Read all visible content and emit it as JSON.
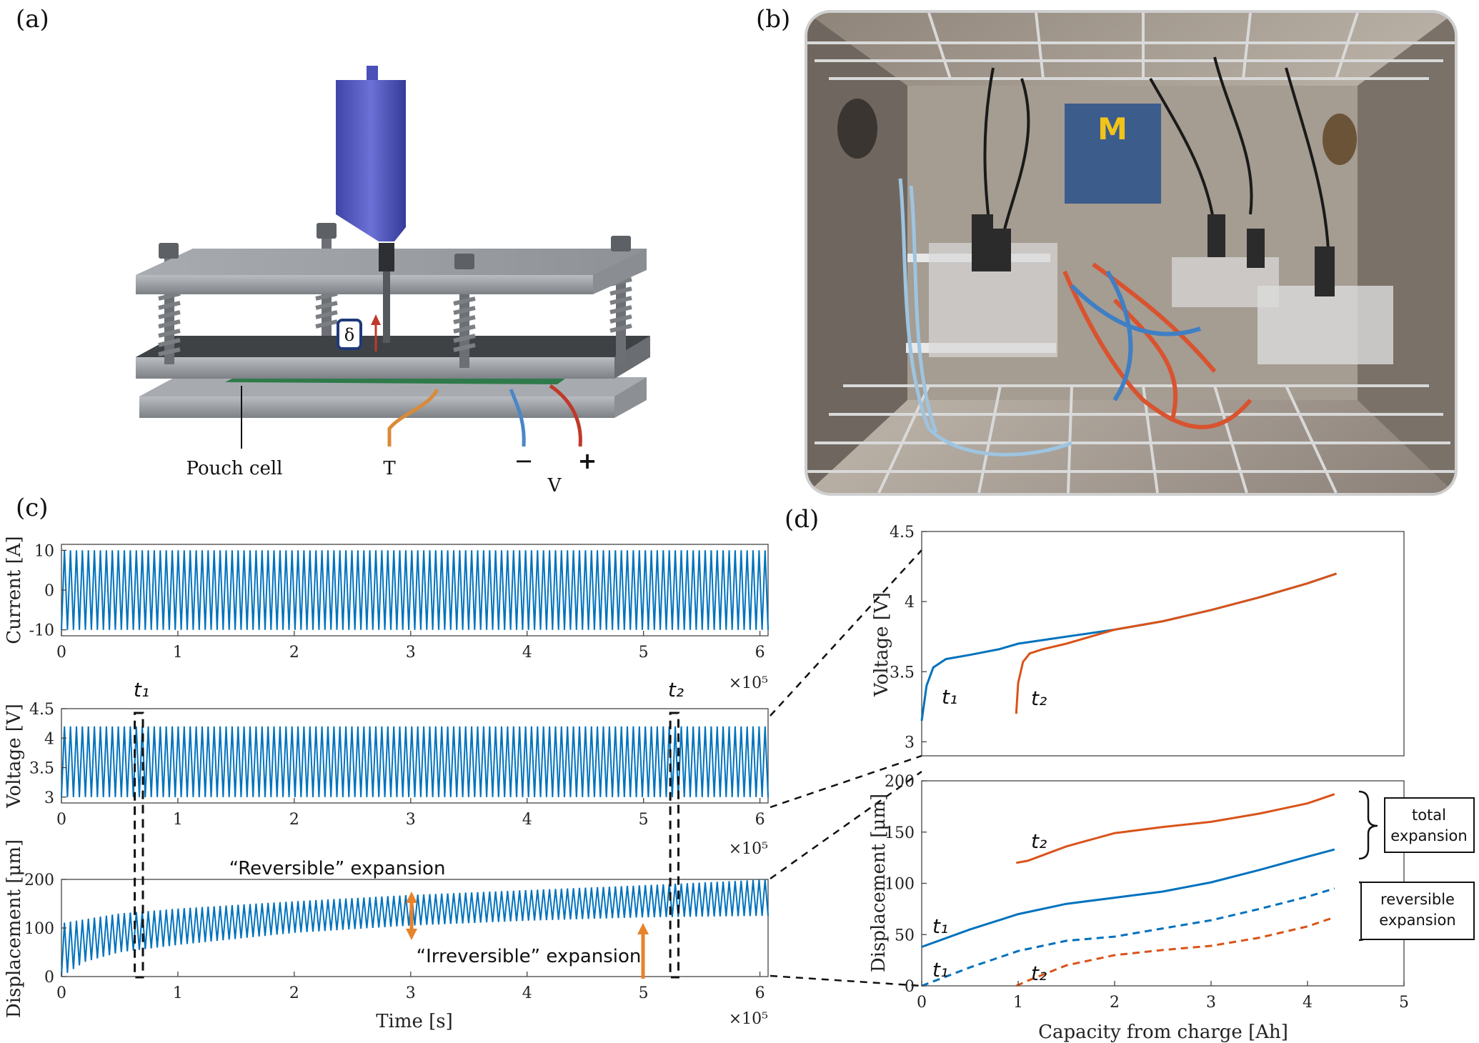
{
  "panels": {
    "a": {
      "label": "(a)",
      "labels": {
        "pouch_cell": "Pouch cell",
        "temperature": "T",
        "minus": "−",
        "plus": "+",
        "voltage": "V",
        "delta": "δ"
      }
    },
    "b": {
      "label": "(b)"
    },
    "c": {
      "label": "(c)"
    },
    "d": {
      "label": "(d)"
    }
  },
  "annotations": {
    "reversible": "“Reversible” expansion",
    "irreversible": "“Irreversible” expansion",
    "t1": "t₁",
    "t2": "t₂",
    "total_box": [
      "total",
      "expansion"
    ],
    "reversible_box": [
      "reversible",
      "expansion"
    ]
  },
  "colors": {
    "blue": "#0072bd",
    "orange": "#d95319",
    "arrow": "#e8822b"
  },
  "chart_data": [
    {
      "id": "c-current",
      "type": "line",
      "ylabel": "Current [A]",
      "xlabel": "",
      "xlim": [
        0,
        6.07
      ],
      "ylim": [
        -11.5,
        11.5
      ],
      "xticks": [
        0,
        1,
        2,
        3,
        4,
        5,
        6
      ],
      "yticks": [
        -10,
        0,
        10
      ],
      "x_exponent": "×10⁵",
      "series": [
        {
          "color": "#0072bd",
          "min": -10,
          "max": 10,
          "cycles": 118
        }
      ]
    },
    {
      "id": "c-voltage",
      "type": "line",
      "ylabel": "Voltage [V]",
      "xlabel": "",
      "xlim": [
        0,
        6.07
      ],
      "ylim": [
        2.9,
        4.5
      ],
      "xticks": [
        0,
        1,
        2,
        3,
        4,
        5,
        6
      ],
      "yticks": [
        3,
        3.5,
        4,
        4.5
      ],
      "x_exponent": "×10⁵",
      "series": [
        {
          "color": "#0072bd",
          "min": 3.0,
          "max": 4.2,
          "cycles": 118
        }
      ],
      "markers": [
        {
          "label": "t₁",
          "x_start": 0.63,
          "x_end": 0.7
        },
        {
          "label": "t₂",
          "x_start": 5.23,
          "x_end": 5.3
        }
      ]
    },
    {
      "id": "c-displacement",
      "type": "line",
      "ylabel": "Displacement [μm]",
      "xlabel": "Time [s]",
      "xlim": [
        0,
        6.07
      ],
      "ylim": [
        0,
        200
      ],
      "xticks": [
        0,
        1,
        2,
        3,
        4,
        5,
        6
      ],
      "yticks": [
        0,
        100,
        200
      ],
      "x_exponent": "×10⁵",
      "series": [
        {
          "color": "#0072bd",
          "cycles": 118,
          "upper_envelope": [
            [
              0,
              110
            ],
            [
              0.5,
              130
            ],
            [
              1,
              140
            ],
            [
              2,
              155
            ],
            [
              3,
              168
            ],
            [
              4,
              178
            ],
            [
              5,
              188
            ],
            [
              6.07,
              200
            ]
          ],
          "lower_envelope": [
            [
              0,
              0
            ],
            [
              0.2,
              30
            ],
            [
              0.5,
              50
            ],
            [
              1,
              65
            ],
            [
              2,
              90
            ],
            [
              3,
              105
            ],
            [
              4,
              115
            ],
            [
              5,
              122
            ],
            [
              6.07,
              125
            ]
          ]
        }
      ]
    },
    {
      "id": "d-voltage",
      "type": "line",
      "ylabel": "Voltage [V]",
      "xlabel": "",
      "xlim": [
        0,
        5
      ],
      "ylim": [
        2.9,
        4.5
      ],
      "xticks": [],
      "yticks": [
        3,
        3.5,
        4,
        4.5
      ],
      "series": [
        {
          "name": "t₁",
          "color": "#0072bd",
          "x": [
            0,
            0.05,
            0.12,
            0.25,
            0.5,
            0.8,
            1.0,
            1.3,
            1.6,
            2.0,
            2.5,
            3.0,
            3.5,
            4.0,
            4.3
          ],
          "y": [
            3.15,
            3.4,
            3.53,
            3.59,
            3.62,
            3.66,
            3.7,
            3.73,
            3.76,
            3.8,
            3.86,
            3.94,
            4.03,
            4.13,
            4.2
          ]
        },
        {
          "name": "t₂",
          "color": "#d95319",
          "x": [
            0.98,
            1.0,
            1.05,
            1.12,
            1.25,
            1.5,
            1.8,
            2.0,
            2.5,
            3.0,
            3.5,
            4.0,
            4.3
          ],
          "y": [
            3.2,
            3.42,
            3.57,
            3.63,
            3.66,
            3.7,
            3.76,
            3.8,
            3.86,
            3.94,
            4.03,
            4.13,
            4.2
          ]
        }
      ]
    },
    {
      "id": "d-displacement",
      "type": "line",
      "ylabel": "Displacement [μm]",
      "xlabel": "Capacity from charge [Ah]",
      "xlim": [
        0,
        5
      ],
      "ylim": [
        0,
        200
      ],
      "xticks": [
        0,
        1,
        2,
        3,
        4,
        5
      ],
      "yticks": [
        0,
        50,
        100,
        150,
        200
      ],
      "series": [
        {
          "name": "t₁ total",
          "color": "#0072bd",
          "dash": false,
          "x": [
            0,
            0.5,
            1.0,
            1.5,
            2.0,
            2.5,
            3.0,
            3.5,
            4.0,
            4.28
          ],
          "y": [
            38,
            55,
            70,
            80,
            86,
            92,
            101,
            113,
            126,
            133
          ]
        },
        {
          "name": "t₂ total",
          "color": "#d95319",
          "dash": false,
          "x": [
            0.98,
            1.1,
            1.5,
            2.0,
            2.5,
            3.0,
            3.5,
            4.0,
            4.28
          ],
          "y": [
            120,
            122,
            136,
            149,
            155,
            160,
            168,
            178,
            187
          ]
        },
        {
          "name": "t₁ reversible",
          "color": "#0072bd",
          "dash": true,
          "x": [
            0,
            0.5,
            1.0,
            1.5,
            2.0,
            2.5,
            3.0,
            3.5,
            4.0,
            4.28
          ],
          "y": [
            0,
            18,
            34,
            44,
            48,
            56,
            64,
            75,
            87,
            95
          ]
        },
        {
          "name": "t₂ reversible",
          "color": "#d95319",
          "dash": true,
          "x": [
            0.98,
            1.1,
            1.5,
            2.0,
            2.5,
            3.0,
            3.5,
            4.0,
            4.28
          ],
          "y": [
            0,
            5,
            20,
            30,
            35,
            39,
            47,
            58,
            67
          ]
        }
      ]
    }
  ]
}
